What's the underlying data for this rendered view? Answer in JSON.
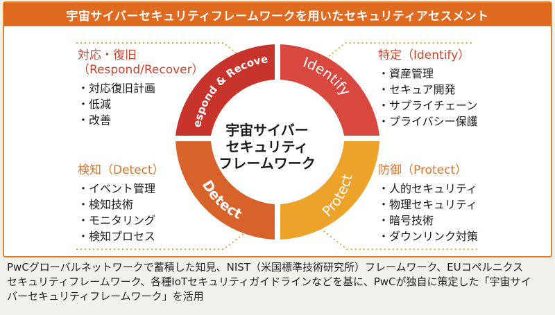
{
  "header": {
    "title": "宇宙サイバーセキュリティフレームワークを用いたセキュリティアセスメント"
  },
  "center": {
    "lines": [
      "宇宙サイバー",
      "セキュリティ",
      "フレームワーク"
    ]
  },
  "segments": {
    "respond": "Respond & Recover",
    "identify": "Identify",
    "protect": "Protect",
    "detect": "Detect"
  },
  "panels": {
    "respond": {
      "title1": "対応・復旧",
      "title2": "（Respond/Recover）",
      "items": [
        "・対応復旧計画",
        "・低減",
        "・改善"
      ]
    },
    "identify": {
      "title1": "特定（Identify）",
      "items": [
        "・資産管理",
        "・セキュア開発",
        "・サプライチェーン",
        "・プライバシー保護"
      ]
    },
    "detect": {
      "title1": "検知（Detect）",
      "items": [
        "・イベント管理",
        "・検知技術",
        "・モニタリング",
        "・検知プロセス"
      ]
    },
    "protect": {
      "title1": "防御（Protect）",
      "items": [
        "・人的セキュリティ",
        "・物理セキュリティ",
        "・暗号技術",
        "・ダウンリンク対策"
      ]
    }
  },
  "footer": {
    "lines": [
      "PwCグローバルネットワークで蓄積した知見、NIST（米国標準技術研究所）フレームワーク、EUコペルニクス",
      "セキュリティフレームワーク、各種IoTセキュリティガイドラインなどを基に、PwCが独自に策定した「宇宙サイ",
      "バーセキュリティフレームワーク」を活用"
    ]
  },
  "colors": {
    "header": "#e06a1f",
    "respond": "#c8332b",
    "identify": "#d8483e",
    "protect": "#eda22a",
    "detect": "#d8632a",
    "dots": "#e8a23a"
  }
}
